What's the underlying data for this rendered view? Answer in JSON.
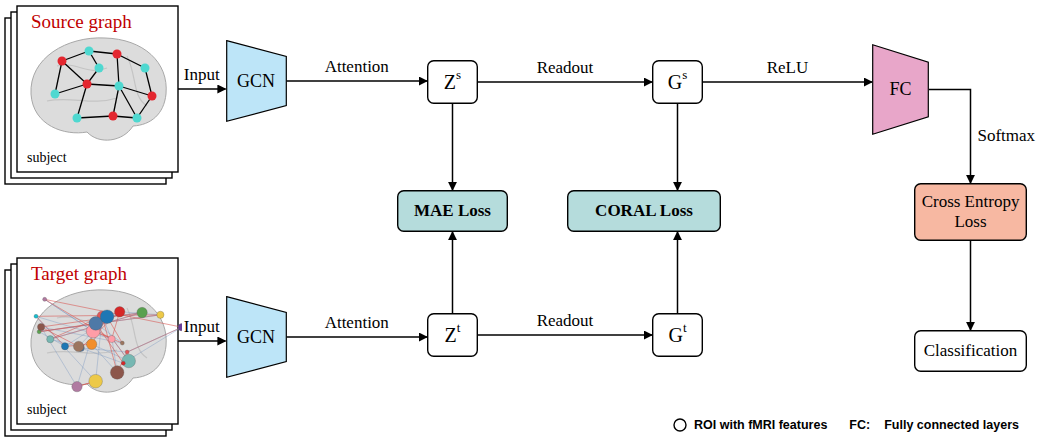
{
  "diagram": {
    "nodes": [
      {
        "text": [
          "Source graph",
          "subject"
        ]
      },
      {
        "text": [
          "GCN"
        ]
      },
      {
        "text": [
          "Z",
          "s"
        ]
      },
      {
        "text": [
          "G",
          "s"
        ]
      },
      {
        "text": [
          "FC"
        ]
      },
      {
        "text": [
          "MAE Loss"
        ]
      },
      {
        "text": [
          "CORAL Loss"
        ]
      },
      {
        "text": [
          "Cross Entropy Loss"
        ]
      },
      {
        "text": [
          "Target graph",
          "subject"
        ]
      },
      {
        "text": [
          "GCN"
        ]
      },
      {
        "text": [
          "Z",
          "t"
        ]
      },
      {
        "text": [
          "G",
          "t"
        ]
      },
      {
        "text": [
          "Classification"
        ]
      }
    ],
    "edges": [
      {
        "from": 0,
        "to": 1,
        "arrow": "to",
        "label": "Input"
      },
      {
        "from": 1,
        "to": 2,
        "arrow": "to",
        "label": "Attention"
      },
      {
        "from": 2,
        "to": 3,
        "arrow": "to",
        "label": "Readout"
      },
      {
        "from": 3,
        "to": 4,
        "arrow": "to",
        "label": "ReLU"
      },
      {
        "from": 4,
        "to": 7,
        "arrow": "to",
        "label": "Softmax"
      },
      {
        "from": 7,
        "to": 12,
        "arrow": "to"
      },
      {
        "from": 2,
        "to": 5,
        "arrow": "to"
      },
      {
        "from": 10,
        "to": 5,
        "arrow": "to"
      },
      {
        "from": 3,
        "to": 6,
        "arrow": "to"
      },
      {
        "from": 11,
        "to": 6,
        "arrow": "to"
      },
      {
        "from": 8,
        "to": 9,
        "arrow": "to",
        "label": "Input"
      },
      {
        "from": 9,
        "to": 10,
        "arrow": "to",
        "label": "Attention"
      },
      {
        "from": 10,
        "to": 11,
        "arrow": "to",
        "label": "Readout"
      }
    ],
    "labels": [
      "FC:",
      "Fully connected layers"
    ],
    "legend": [
      {
        "text": "ROI with fMRI features"
      }
    ]
  }
}
